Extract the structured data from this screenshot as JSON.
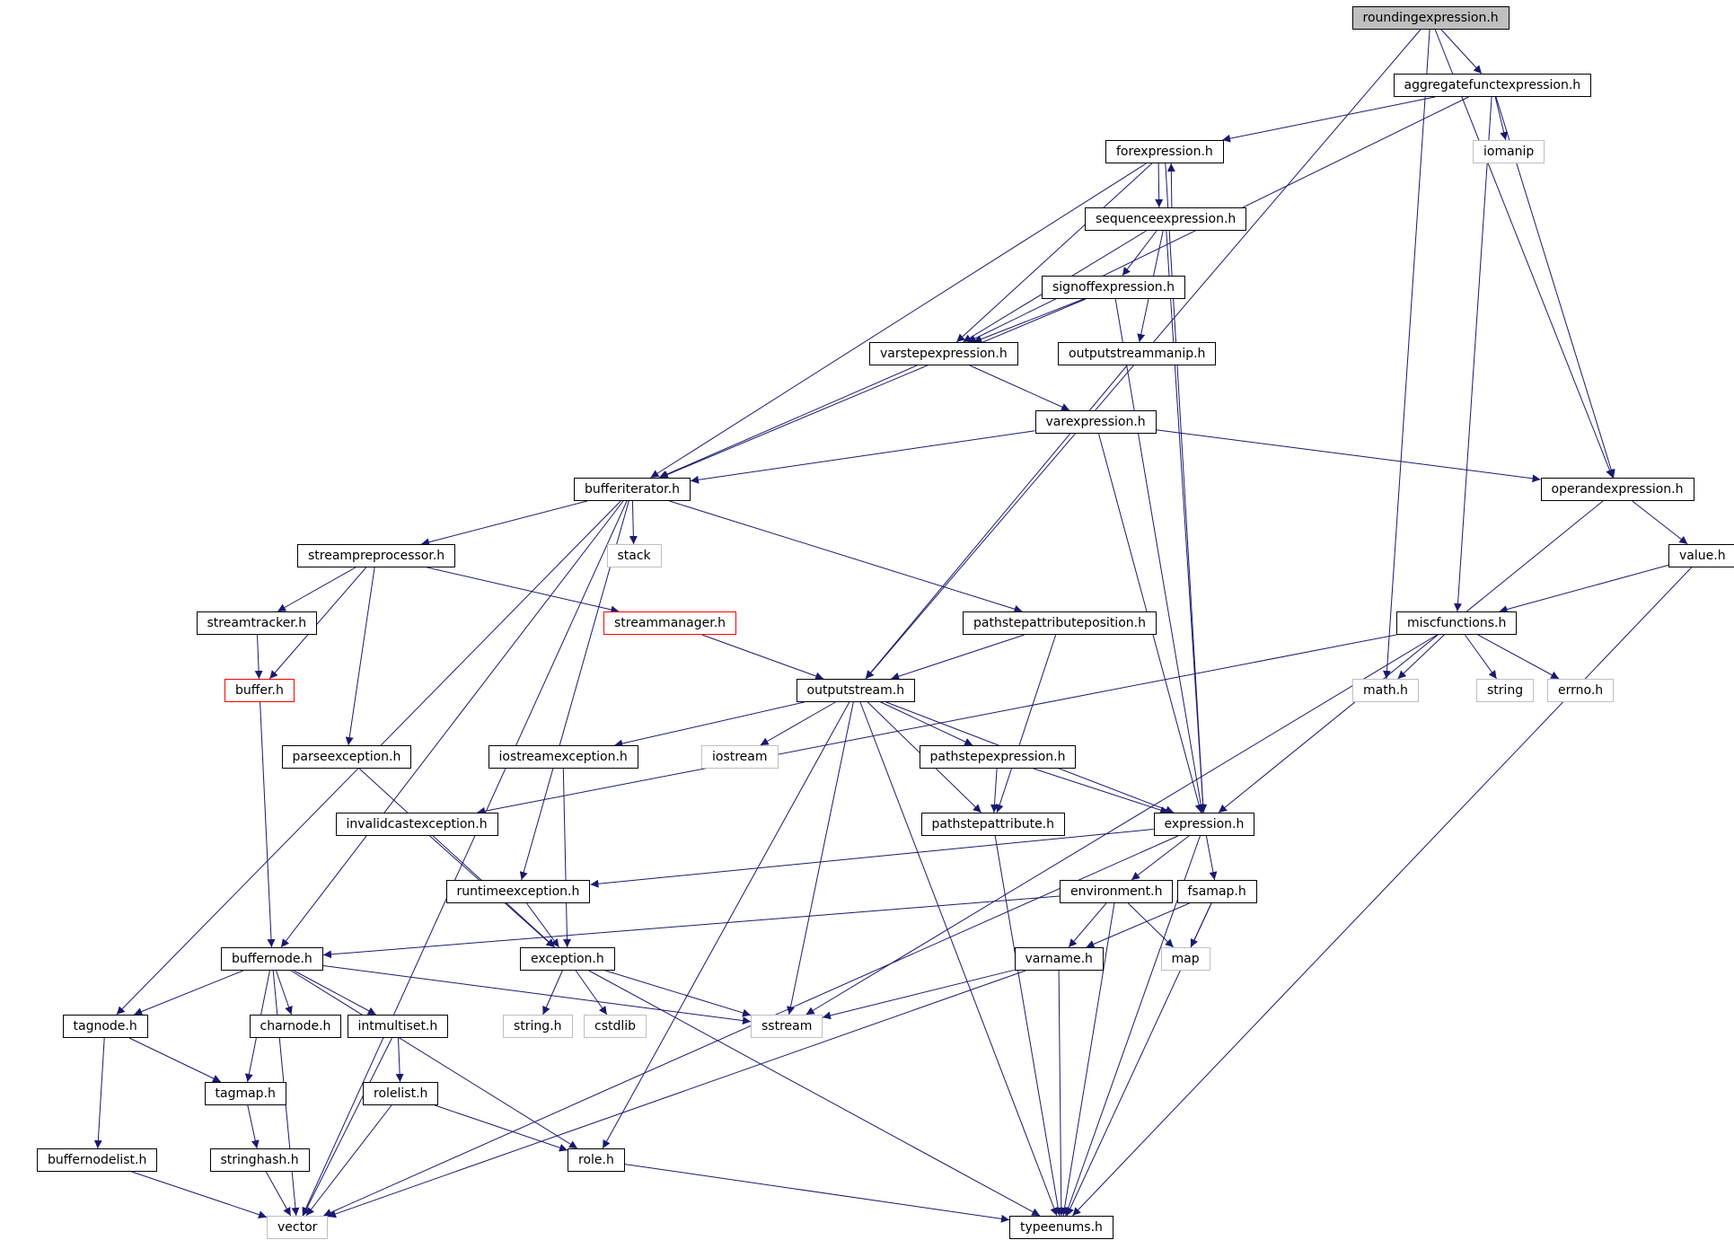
{
  "colors": {
    "edge": "#191970",
    "node_border": "#000000",
    "external_border": "#bfbfbf",
    "incomplete_border": "#ff0000",
    "root_fill": "#bfbfbf"
  },
  "nodes": [
    {
      "id": "roundingexpression",
      "label": "roundingexpression.h",
      "kind": "root"
    },
    {
      "id": "aggregatefunctexpression",
      "label": "aggregatefunctexpression.h",
      "kind": "file"
    },
    {
      "id": "iomanip",
      "label": "iomanip",
      "kind": "external"
    },
    {
      "id": "forexpression",
      "label": "forexpression.h",
      "kind": "file"
    },
    {
      "id": "sequenceexpression",
      "label": "sequenceexpression.h",
      "kind": "file"
    },
    {
      "id": "signoffexpression",
      "label": "signoffexpression.h",
      "kind": "file"
    },
    {
      "id": "varstepexpression",
      "label": "varstepexpression.h",
      "kind": "file"
    },
    {
      "id": "outputstreammanip",
      "label": "outputstreammanip.h",
      "kind": "file"
    },
    {
      "id": "varexpression",
      "label": "varexpression.h",
      "kind": "file"
    },
    {
      "id": "bufferiterator",
      "label": "bufferiterator.h",
      "kind": "file"
    },
    {
      "id": "operandexpression",
      "label": "operandexpression.h",
      "kind": "file"
    },
    {
      "id": "stack",
      "label": "stack",
      "kind": "external"
    },
    {
      "id": "value",
      "label": "value.h",
      "kind": "file"
    },
    {
      "id": "streampreprocessor",
      "label": "streampreprocessor.h",
      "kind": "file"
    },
    {
      "id": "streamtracker",
      "label": "streamtracker.h",
      "kind": "file"
    },
    {
      "id": "streammanager",
      "label": "streammanager.h",
      "kind": "incomplete"
    },
    {
      "id": "pathstepattributeposition",
      "label": "pathstepattributeposition.h",
      "kind": "file"
    },
    {
      "id": "miscfunctions",
      "label": "miscfunctions.h",
      "kind": "file"
    },
    {
      "id": "buffer",
      "label": "buffer.h",
      "kind": "incomplete"
    },
    {
      "id": "outputstream",
      "label": "outputstream.h",
      "kind": "file"
    },
    {
      "id": "math",
      "label": "math.h",
      "kind": "external"
    },
    {
      "id": "string",
      "label": "string",
      "kind": "external"
    },
    {
      "id": "errno",
      "label": "errno.h",
      "kind": "external"
    },
    {
      "id": "parseexception",
      "label": "parseexception.h",
      "kind": "file"
    },
    {
      "id": "iostreamexception",
      "label": "iostreamexception.h",
      "kind": "file"
    },
    {
      "id": "iostream",
      "label": "iostream",
      "kind": "external"
    },
    {
      "id": "pathstepexpression",
      "label": "pathstepexpression.h",
      "kind": "file"
    },
    {
      "id": "invalidcastexception",
      "label": "invalidcastexception.h",
      "kind": "file"
    },
    {
      "id": "pathstepattribute",
      "label": "pathstepattribute.h",
      "kind": "file"
    },
    {
      "id": "expression",
      "label": "expression.h",
      "kind": "file"
    },
    {
      "id": "runtimeexception",
      "label": "runtimeexception.h",
      "kind": "file"
    },
    {
      "id": "environment",
      "label": "environment.h",
      "kind": "file"
    },
    {
      "id": "fsamap",
      "label": "fsamap.h",
      "kind": "file"
    },
    {
      "id": "buffernode",
      "label": "buffernode.h",
      "kind": "file"
    },
    {
      "id": "exception",
      "label": "exception.h",
      "kind": "file"
    },
    {
      "id": "varname",
      "label": "varname.h",
      "kind": "file"
    },
    {
      "id": "map",
      "label": "map",
      "kind": "external"
    },
    {
      "id": "tagnode",
      "label": "tagnode.h",
      "kind": "file"
    },
    {
      "id": "charnode",
      "label": "charnode.h",
      "kind": "file"
    },
    {
      "id": "intmultiset",
      "label": "intmultiset.h",
      "kind": "file"
    },
    {
      "id": "stringh",
      "label": "string.h",
      "kind": "external"
    },
    {
      "id": "cstdlib",
      "label": "cstdlib",
      "kind": "external"
    },
    {
      "id": "sstream",
      "label": "sstream",
      "kind": "external"
    },
    {
      "id": "tagmap",
      "label": "tagmap.h",
      "kind": "file"
    },
    {
      "id": "rolelist",
      "label": "rolelist.h",
      "kind": "file"
    },
    {
      "id": "buffernodelist",
      "label": "buffernodelist.h",
      "kind": "file"
    },
    {
      "id": "stringhash",
      "label": "stringhash.h",
      "kind": "file"
    },
    {
      "id": "role",
      "label": "role.h",
      "kind": "file"
    },
    {
      "id": "vector",
      "label": "vector",
      "kind": "external"
    },
    {
      "id": "typeenums",
      "label": "typeenums.h",
      "kind": "file"
    }
  ],
  "edges": [
    [
      "roundingexpression",
      "aggregatefunctexpression"
    ],
    [
      "roundingexpression",
      "outputstream"
    ],
    [
      "roundingexpression",
      "math"
    ],
    [
      "roundingexpression",
      "operandexpression"
    ],
    [
      "aggregatefunctexpression",
      "forexpression"
    ],
    [
      "aggregatefunctexpression",
      "varstepexpression"
    ],
    [
      "aggregatefunctexpression",
      "iomanip"
    ],
    [
      "aggregatefunctexpression",
      "miscfunctions"
    ],
    [
      "aggregatefunctexpression",
      "operandexpression"
    ],
    [
      "forexpression",
      "sequenceexpression"
    ],
    [
      "forexpression",
      "varstepexpression"
    ],
    [
      "forexpression",
      "bufferiterator"
    ],
    [
      "forexpression",
      "expression"
    ],
    [
      "sequenceexpression",
      "forexpression"
    ],
    [
      "sequenceexpression",
      "signoffexpression"
    ],
    [
      "sequenceexpression",
      "varstepexpression"
    ],
    [
      "sequenceexpression",
      "outputstreammanip"
    ],
    [
      "sequenceexpression",
      "expression"
    ],
    [
      "signoffexpression",
      "varstepexpression"
    ],
    [
      "signoffexpression",
      "bufferiterator"
    ],
    [
      "signoffexpression",
      "expression"
    ],
    [
      "varstepexpression",
      "varexpression"
    ],
    [
      "varstepexpression",
      "bufferiterator"
    ],
    [
      "outputstreammanip",
      "outputstream"
    ],
    [
      "varexpression",
      "bufferiterator"
    ],
    [
      "varexpression",
      "operandexpression"
    ],
    [
      "varexpression",
      "expression"
    ],
    [
      "operandexpression",
      "value"
    ],
    [
      "operandexpression",
      "expression"
    ],
    [
      "value",
      "miscfunctions"
    ],
    [
      "value",
      "typeenums"
    ],
    [
      "bufferiterator",
      "stack"
    ],
    [
      "bufferiterator",
      "streampreprocessor"
    ],
    [
      "bufferiterator",
      "pathstepattributeposition"
    ],
    [
      "bufferiterator",
      "runtimeexception"
    ],
    [
      "bufferiterator",
      "buffernode"
    ],
    [
      "bufferiterator",
      "tagnode"
    ],
    [
      "bufferiterator",
      "vector"
    ],
    [
      "streampreprocessor",
      "streamtracker"
    ],
    [
      "streampreprocessor",
      "buffer"
    ],
    [
      "streampreprocessor",
      "streammanager"
    ],
    [
      "streampreprocessor",
      "parseexception"
    ],
    [
      "streamtracker",
      "buffer"
    ],
    [
      "streammanager",
      "outputstream"
    ],
    [
      "pathstepattributeposition",
      "outputstream"
    ],
    [
      "pathstepattributeposition",
      "pathstepattribute"
    ],
    [
      "miscfunctions",
      "invalidcastexception"
    ],
    [
      "miscfunctions",
      "math"
    ],
    [
      "miscfunctions",
      "string"
    ],
    [
      "miscfunctions",
      "errno"
    ],
    [
      "miscfunctions",
      "sstream"
    ],
    [
      "buffer",
      "buffernode"
    ],
    [
      "outputstream",
      "iostreamexception"
    ],
    [
      "outputstream",
      "iostream"
    ],
    [
      "outputstream",
      "pathstepexpression"
    ],
    [
      "outputstream",
      "pathstepattribute"
    ],
    [
      "outputstream",
      "expression"
    ],
    [
      "outputstream",
      "sstream"
    ],
    [
      "outputstream",
      "role"
    ],
    [
      "outputstream",
      "typeenums"
    ],
    [
      "pathstepexpression",
      "pathstepattribute"
    ],
    [
      "pathstepexpression",
      "expression"
    ],
    [
      "parseexception",
      "exception"
    ],
    [
      "iostreamexception",
      "exception"
    ],
    [
      "invalidcastexception",
      "exception"
    ],
    [
      "pathstepattribute",
      "typeenums"
    ],
    [
      "expression",
      "runtimeexception"
    ],
    [
      "expression",
      "environment"
    ],
    [
      "expression",
      "fsamap"
    ],
    [
      "expression",
      "vector"
    ],
    [
      "expression",
      "typeenums"
    ],
    [
      "runtimeexception",
      "exception"
    ],
    [
      "environment",
      "buffernode"
    ],
    [
      "environment",
      "varname"
    ],
    [
      "environment",
      "map"
    ],
    [
      "environment",
      "typeenums"
    ],
    [
      "fsamap",
      "varname"
    ],
    [
      "fsamap",
      "map"
    ],
    [
      "fsamap",
      "typeenums"
    ],
    [
      "varname",
      "sstream"
    ],
    [
      "varname",
      "vector"
    ],
    [
      "varname",
      "typeenums"
    ],
    [
      "exception",
      "stringh"
    ],
    [
      "exception",
      "cstdlib"
    ],
    [
      "exception",
      "sstream"
    ],
    [
      "exception",
      "typeenums"
    ],
    [
      "buffernode",
      "tagnode"
    ],
    [
      "buffernode",
      "charnode"
    ],
    [
      "buffernode",
      "intmultiset"
    ],
    [
      "buffernode",
      "tagmap"
    ],
    [
      "buffernode",
      "sstream"
    ],
    [
      "buffernode",
      "role"
    ],
    [
      "buffernode",
      "vector"
    ],
    [
      "tagnode",
      "tagmap"
    ],
    [
      "tagnode",
      "buffernodelist"
    ],
    [
      "tagmap",
      "stringhash"
    ],
    [
      "stringhash",
      "vector"
    ],
    [
      "intmultiset",
      "rolelist"
    ],
    [
      "intmultiset",
      "vector"
    ],
    [
      "rolelist",
      "role"
    ],
    [
      "rolelist",
      "vector"
    ],
    [
      "buffernodelist",
      "vector"
    ],
    [
      "role",
      "typeenums"
    ]
  ]
}
